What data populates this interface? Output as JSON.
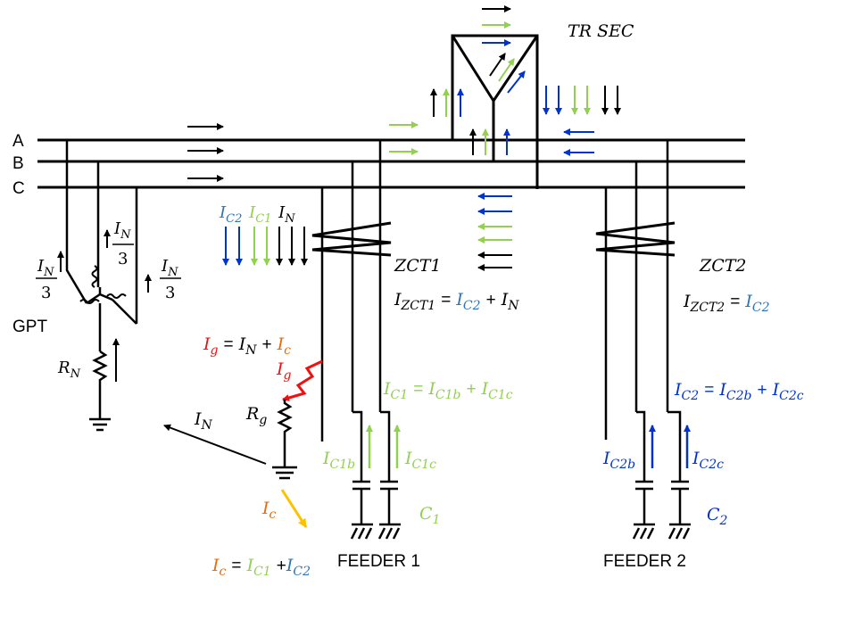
{
  "colors": {
    "black": "#000000",
    "green": "#92d050",
    "blue": "#0033cc",
    "lightblue": "#2e75b6",
    "red": "#ee1111",
    "orange": "#e46c0a",
    "yellow": "#ffc000"
  },
  "buses": {
    "a": "A",
    "b": "B",
    "c": "C"
  },
  "transformer": {
    "label": "TR SEC"
  },
  "gpt": {
    "label": "GPT",
    "left_num": "I",
    "left_sub": "N",
    "left_den": "3",
    "mid_num": "I",
    "mid_sub": "N",
    "mid_den": "3",
    "right_num": "I",
    "right_sub": "N",
    "right_den": "3",
    "rn": "R",
    "rn_sub": "N"
  },
  "branch_labels": {
    "ic2": "I",
    "ic2_sub": "C2",
    "ic1": "I",
    "ic1_sub": "C1",
    "in": "I",
    "in_sub": "N"
  },
  "zct1": {
    "label": "ZCT1",
    "eq_lhs": "I",
    "eq_lhs_sub": "ZCT1",
    "eq_op": "=",
    "eq_t1": "I",
    "eq_t1_sub": "C2",
    "eq_plus": "+",
    "eq_t2": "I",
    "eq_t2_sub": "N"
  },
  "zct2": {
    "label": "ZCT2",
    "eq_lhs": "I",
    "eq_lhs_sub": "ZCT2",
    "eq_op": "=",
    "eq_t1": "I",
    "eq_t1_sub": "C2"
  },
  "fault": {
    "ig_eq_lhs": "I",
    "ig_eq_lhs_sub": "g",
    "ig_eq_op": "=",
    "ig_eq_t1": "I",
    "ig_eq_t1_sub": "N",
    "ig_eq_plus": "+",
    "ig_eq_t2": "I",
    "ig_eq_t2_sub": "c",
    "ig": "I",
    "ig_sub": "g",
    "rg": "R",
    "rg_sub": "g",
    "in_arrow": "I",
    "in_arrow_sub": "N",
    "ic": "I",
    "ic_sub": "c",
    "ic_eq_lhs": "I",
    "ic_eq_lhs_sub": "c",
    "ic_eq_op": "=",
    "ic_eq_t1": "I",
    "ic_eq_t1_sub": "C1",
    "ic_eq_plus": "+",
    "ic_eq_t2": "I",
    "ic_eq_t2_sub": "C2"
  },
  "feeder1": {
    "label": "FEEDER 1",
    "eq_lhs": "I",
    "eq_lhs_sub": "C1",
    "eq_op": "=",
    "eq_t1": "I",
    "eq_t1_sub": "C1b",
    "eq_plus": "+",
    "eq_t2": "I",
    "eq_t2_sub": "C1c",
    "b_label": "I",
    "b_label_sub": "C1b",
    "c_label": "I",
    "c_label_sub": "C1c",
    "cap": "C",
    "cap_sub": "1"
  },
  "feeder2": {
    "label": "FEEDER 2",
    "eq_lhs": "I",
    "eq_lhs_sub": "C2",
    "eq_op": "=",
    "eq_t1": "I",
    "eq_t1_sub": "C2b",
    "eq_plus": "+",
    "eq_t2": "I",
    "eq_t2_sub": "C2c",
    "b_label": "I",
    "b_label_sub": "C2b",
    "c_label": "I",
    "c_label_sub": "C2c",
    "cap": "C",
    "cap_sub": "2"
  }
}
